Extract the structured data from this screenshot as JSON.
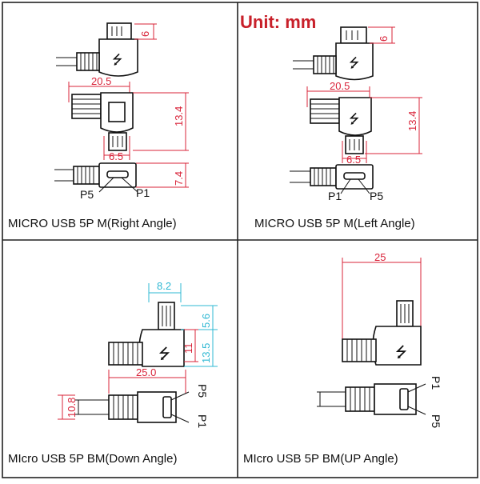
{
  "header": {
    "unit_label": "Unit: mm"
  },
  "panels": [
    {
      "label": "MICRO  USB  5P  M(Right   Angle)",
      "dims": {
        "plug_height": "6",
        "width": "20.5",
        "height": "13.4",
        "tip": "6.5",
        "depth": "7.4"
      },
      "pins": {
        "left": "P5",
        "right": "P1"
      }
    },
    {
      "label": "MICRO  USB  5P  M(Left    Angle)",
      "dims": {
        "plug_height": "6",
        "width": "20.5",
        "height": "13.4",
        "tip": "6.5"
      },
      "pins": {
        "left": "P1",
        "right": "P5"
      }
    },
    {
      "label": "MIcro  USB  5P  BM(Down  Angle)",
      "dims": {
        "plug_width": "8.2",
        "plug_height": "5.6",
        "inner_height": "11",
        "total_height": "13.5",
        "length": "25.0",
        "cable_dia": "10.8"
      },
      "pins": {
        "top": "P5",
        "bottom": "P1"
      }
    },
    {
      "label": "MIcro  USB  5P  BM(UP  Angle)",
      "dims": {
        "width": "25"
      },
      "pins": {
        "top": "P1",
        "bottom": "P5"
      }
    }
  ],
  "colors": {
    "dimension_red": "#d9243a",
    "dimension_cyan": "#2fb8d3",
    "unit_red": "#c8202a"
  }
}
